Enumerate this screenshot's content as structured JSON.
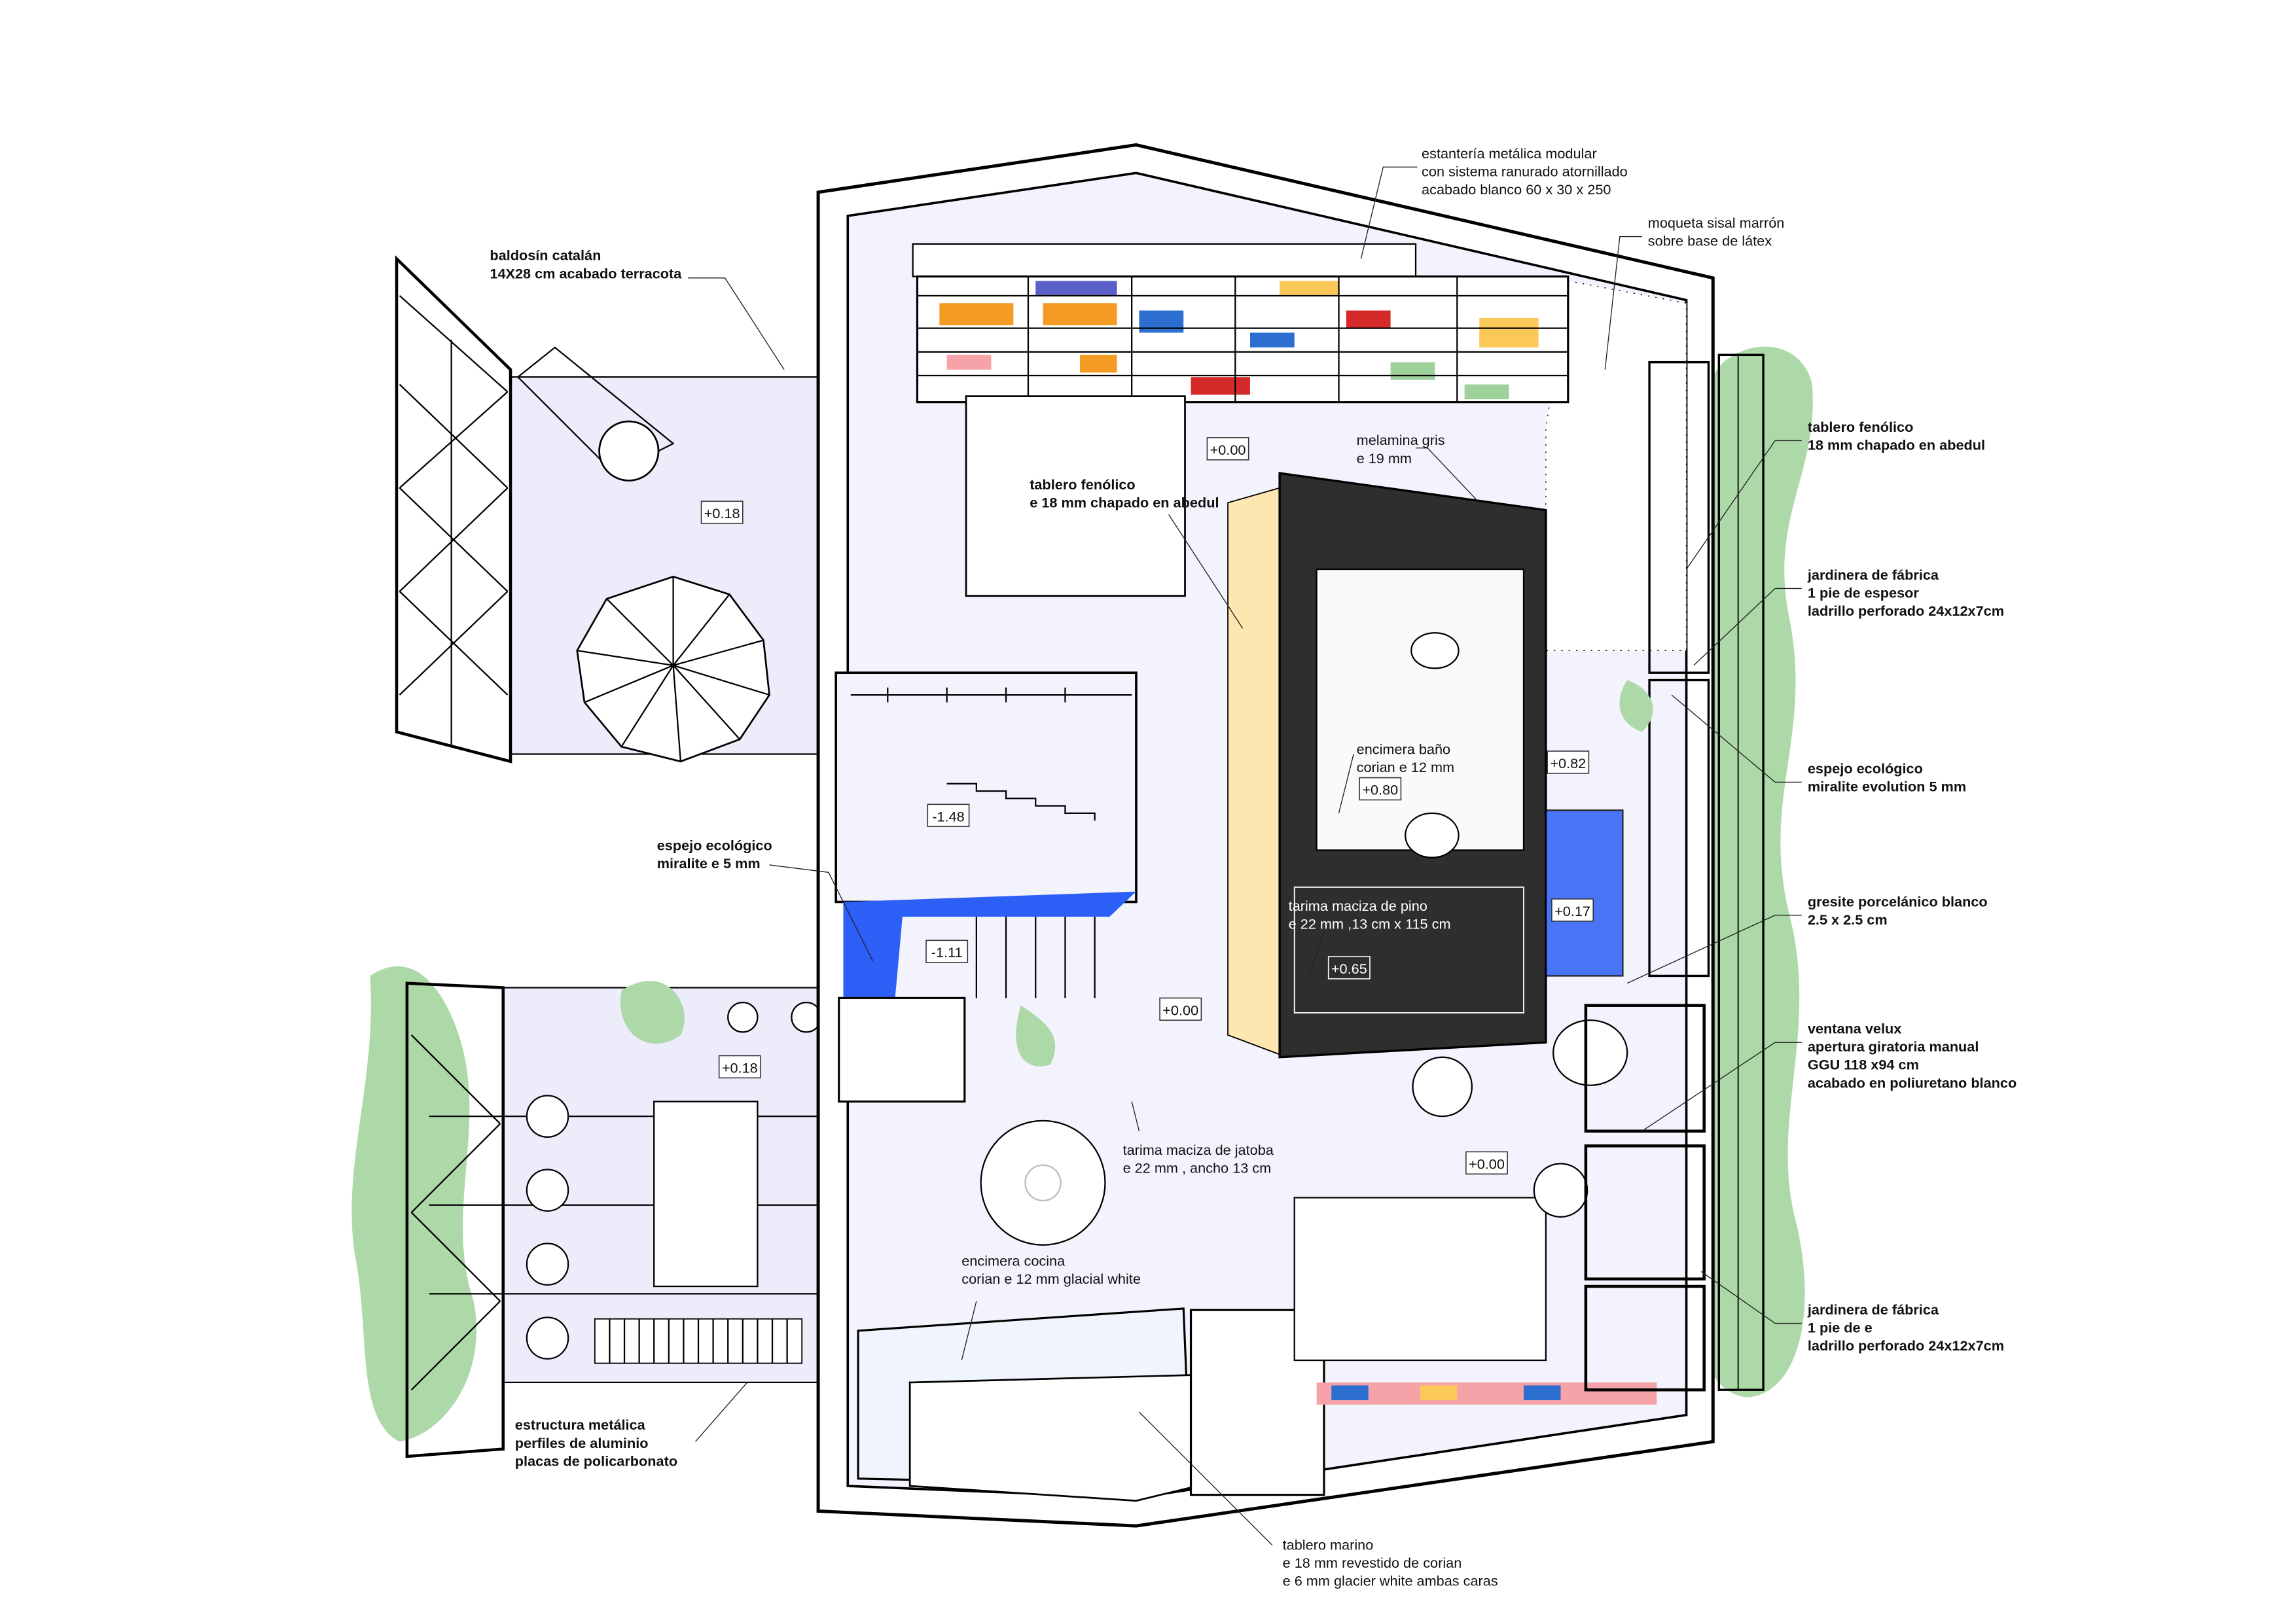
{
  "colors": {
    "floor": "#f3f3fd",
    "terrace": "#ececfb",
    "plant_green": "#add8a8",
    "bathroom_dark": "#2e2e2e",
    "accent_blue": "#2c5ff5",
    "wood_panel": "#fde6b0"
  },
  "annotations": [
    {
      "id": "estanteria",
      "lines": [
        "estantería metálica modular",
        "con sistema ranurado atornillado",
        "acabado blanco  60 x 30 x 250"
      ]
    },
    {
      "id": "moqueta",
      "lines": [
        "moqueta sisal marrón",
        "sobre base de látex"
      ]
    },
    {
      "id": "baldosin",
      "lines": [
        "baldosín catalán",
        "14X28 cm acabado terracota"
      ]
    },
    {
      "id": "tablero-fenolico-right",
      "lines": [
        "tablero fenólico",
        "18 mm chapado en abedul"
      ]
    },
    {
      "id": "jardinera-1",
      "lines": [
        "jardinera de fábrica",
        "1 pie de espesor",
        "ladrillo perforado 24x12x7cm"
      ]
    },
    {
      "id": "espejo-right",
      "lines": [
        "espejo ecológico",
        "miralite evolution 5 mm"
      ]
    },
    {
      "id": "gresite",
      "lines": [
        "gresite porcelánico blanco",
        "2.5 x 2.5 cm"
      ]
    },
    {
      "id": "ventana-velux",
      "lines": [
        "ventana velux",
        "apertura giratoria manual",
        "GGU 118 x94 cm",
        "acabado en poliuretano blanco"
      ]
    },
    {
      "id": "jardinera-2",
      "lines": [
        "jardinera de fábrica",
        "1 pie de e",
        "ladrillo perforado 24x12x7cm"
      ]
    },
    {
      "id": "tablero-fenolico-center",
      "lines": [
        "tablero fenólico",
        "e 18 mm chapado en abedul"
      ]
    },
    {
      "id": "melamina",
      "lines": [
        "melamina gris",
        "e 19 mm"
      ]
    },
    {
      "id": "encimera-bano",
      "lines": [
        "encimera baño",
        "corian e 12 mm"
      ]
    },
    {
      "id": "espejo-left",
      "lines": [
        "espejo ecológico",
        "miralite e 5 mm"
      ]
    },
    {
      "id": "tarima-pino",
      "lines": [
        "tarima maciza de pino",
        "e 22 mm ,13 cm x 115 cm"
      ]
    },
    {
      "id": "tarima-jatoba",
      "lines": [
        "tarima maciza de jatoba",
        "e 22 mm , ancho 13 cm"
      ]
    },
    {
      "id": "encimera-cocina",
      "lines": [
        "encimera cocina",
        "corian e 12 mm glacial white"
      ]
    },
    {
      "id": "estructura",
      "lines": [
        "estructura metálica",
        "perfiles de aluminio",
        "placas de policarbonato"
      ]
    },
    {
      "id": "tablero-marino",
      "lines": [
        "tablero marino",
        "e 18 mm revestido de corian",
        "e 6 mm glacier white ambas caras"
      ]
    }
  ],
  "levels": [
    "+0.18",
    "+0.00",
    "-1.48",
    "-1.11",
    "+0.82",
    "+0.80",
    "+0.17",
    "+0.65",
    "+0.00",
    "+0.18",
    "+0.00"
  ]
}
